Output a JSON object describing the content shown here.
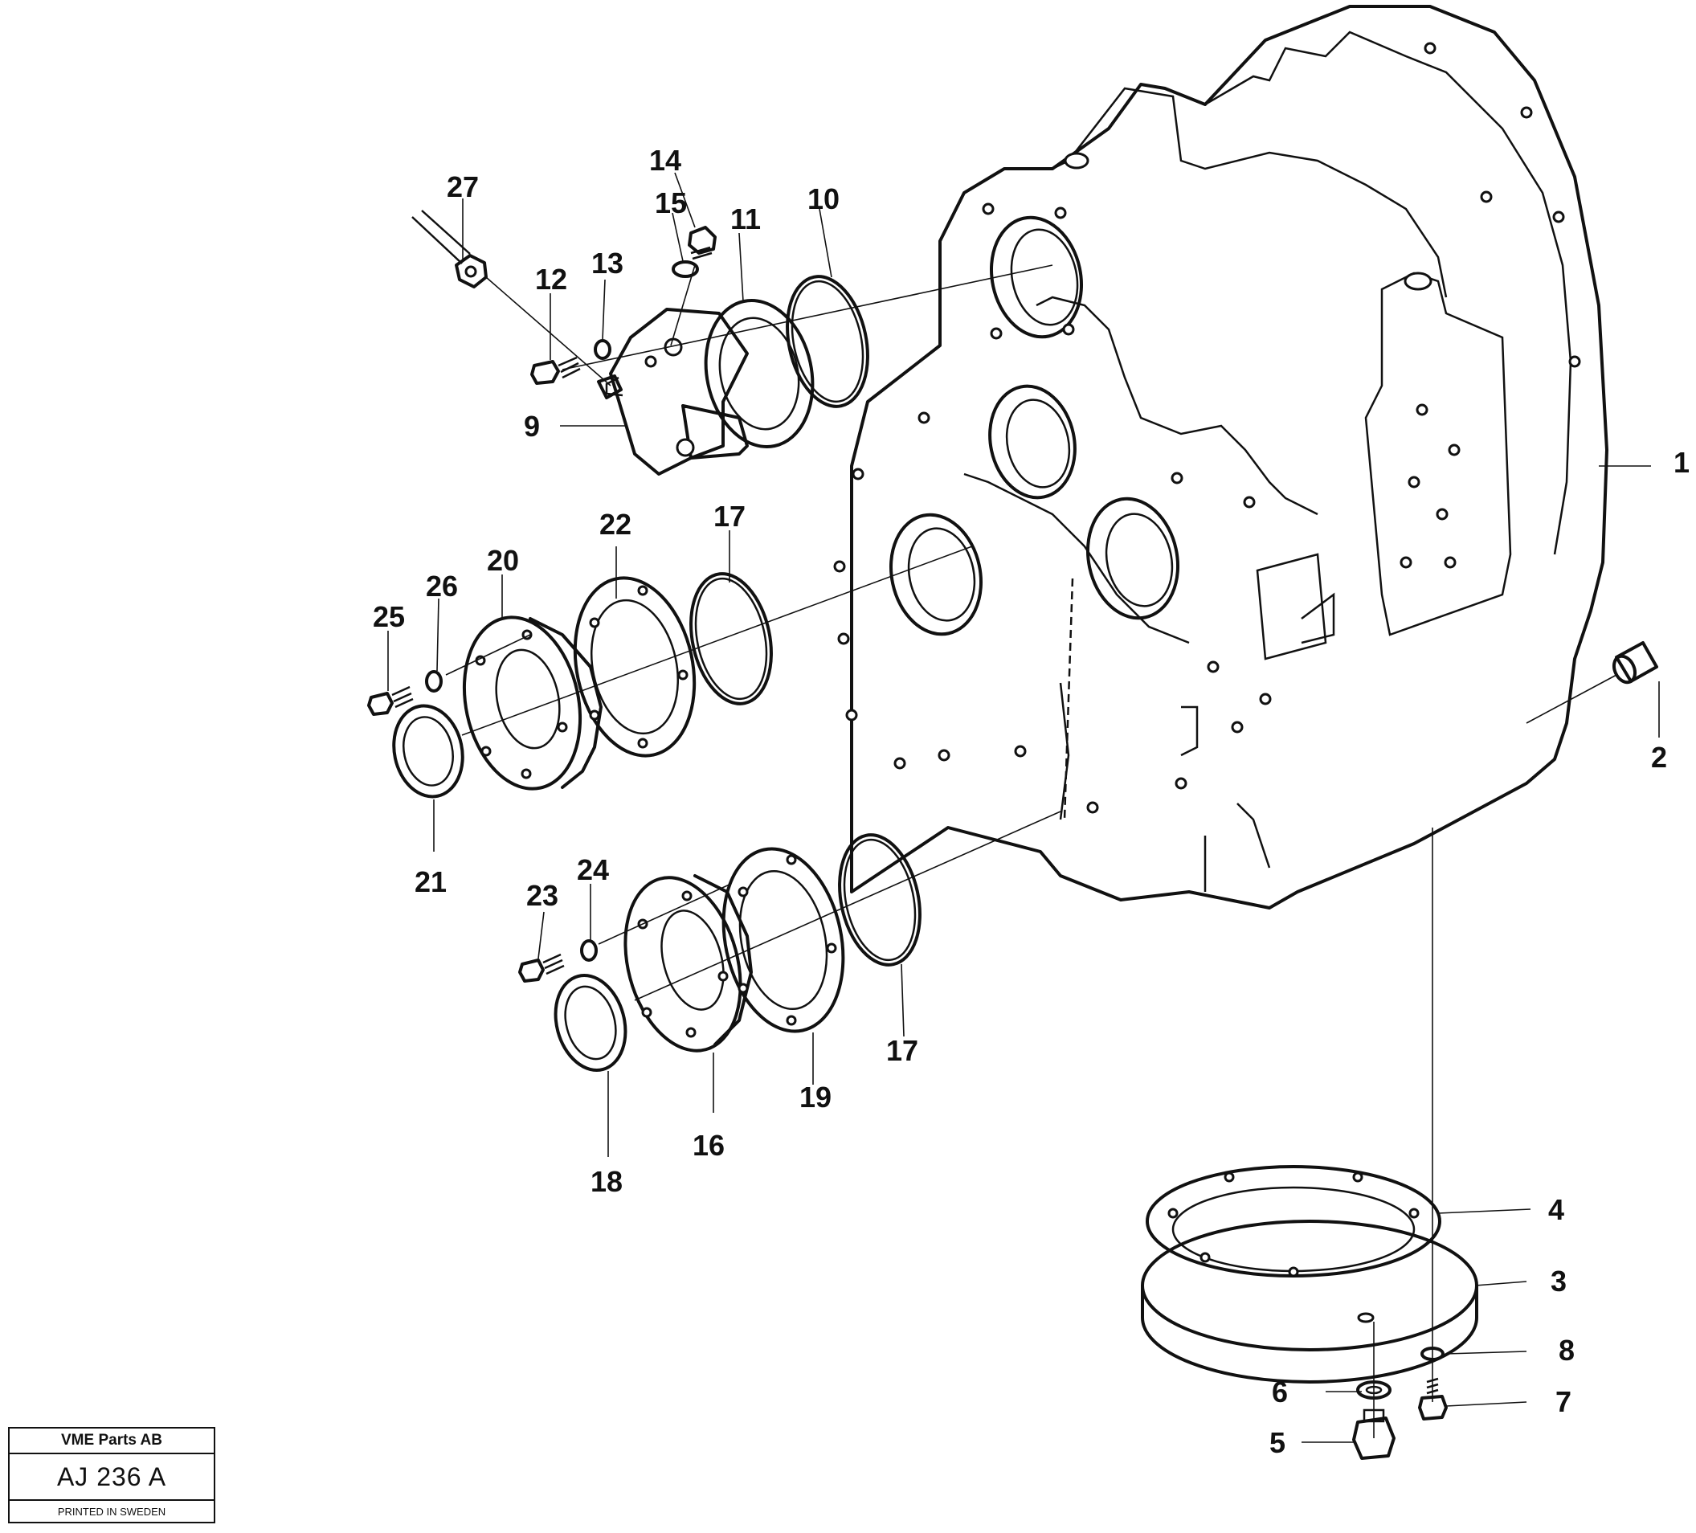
{
  "diagram": {
    "callouts": [
      "1",
      "2",
      "3",
      "4",
      "5",
      "6",
      "7",
      "8",
      "9",
      "10",
      "11",
      "12",
      "13",
      "14",
      "15",
      "16",
      "17",
      "17",
      "18",
      "19",
      "20",
      "21",
      "22",
      "23",
      "24",
      "25",
      "26",
      "27"
    ]
  },
  "title_block": {
    "company": "VME Parts AB",
    "drawing_number": "AJ 236 A",
    "printed": "PRINTED IN SWEDEN"
  }
}
